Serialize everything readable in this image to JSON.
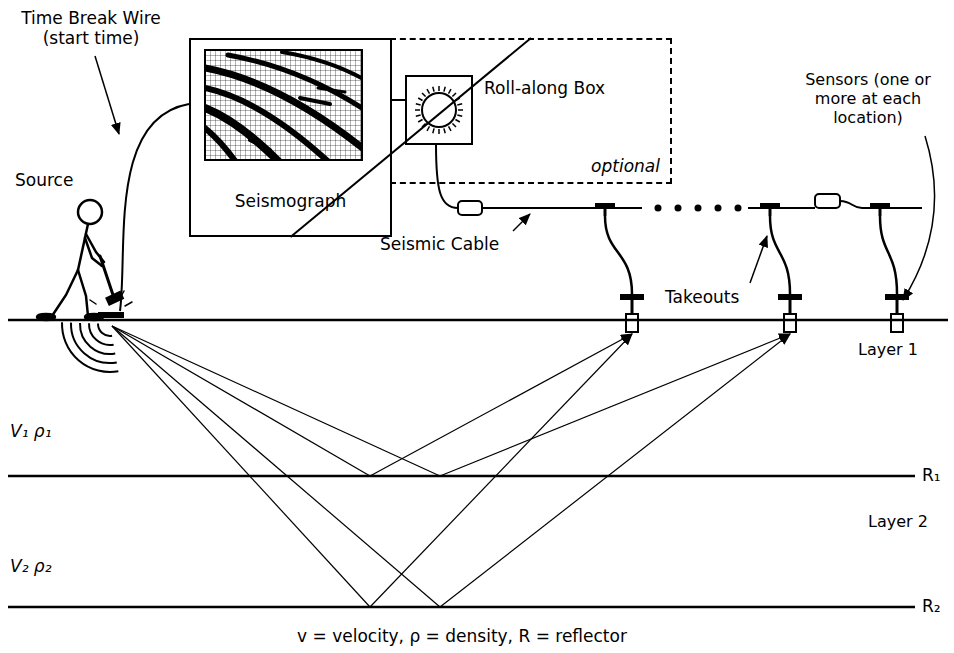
{
  "diagram": {
    "caption": "v = velocity, ρ = density, R = reflector",
    "nodes": [
      {
        "text": [
          "Seismograph"
        ]
      },
      {
        "text": [
          "Roll-along Box",
          "optional"
        ]
      }
    ],
    "edges": [
      {
        "from": 0,
        "to": 1,
        "arrow": "none"
      }
    ],
    "labels": [
      "Time Break Wire (start time)",
      "Source",
      "Sensors (one or more at each location)",
      "Seismic Cable",
      "Takeouts",
      "Layer 1",
      "Layer 2",
      "V₁ ρ₁",
      "V₂ ρ₂",
      "R₁",
      "R₂"
    ]
  }
}
